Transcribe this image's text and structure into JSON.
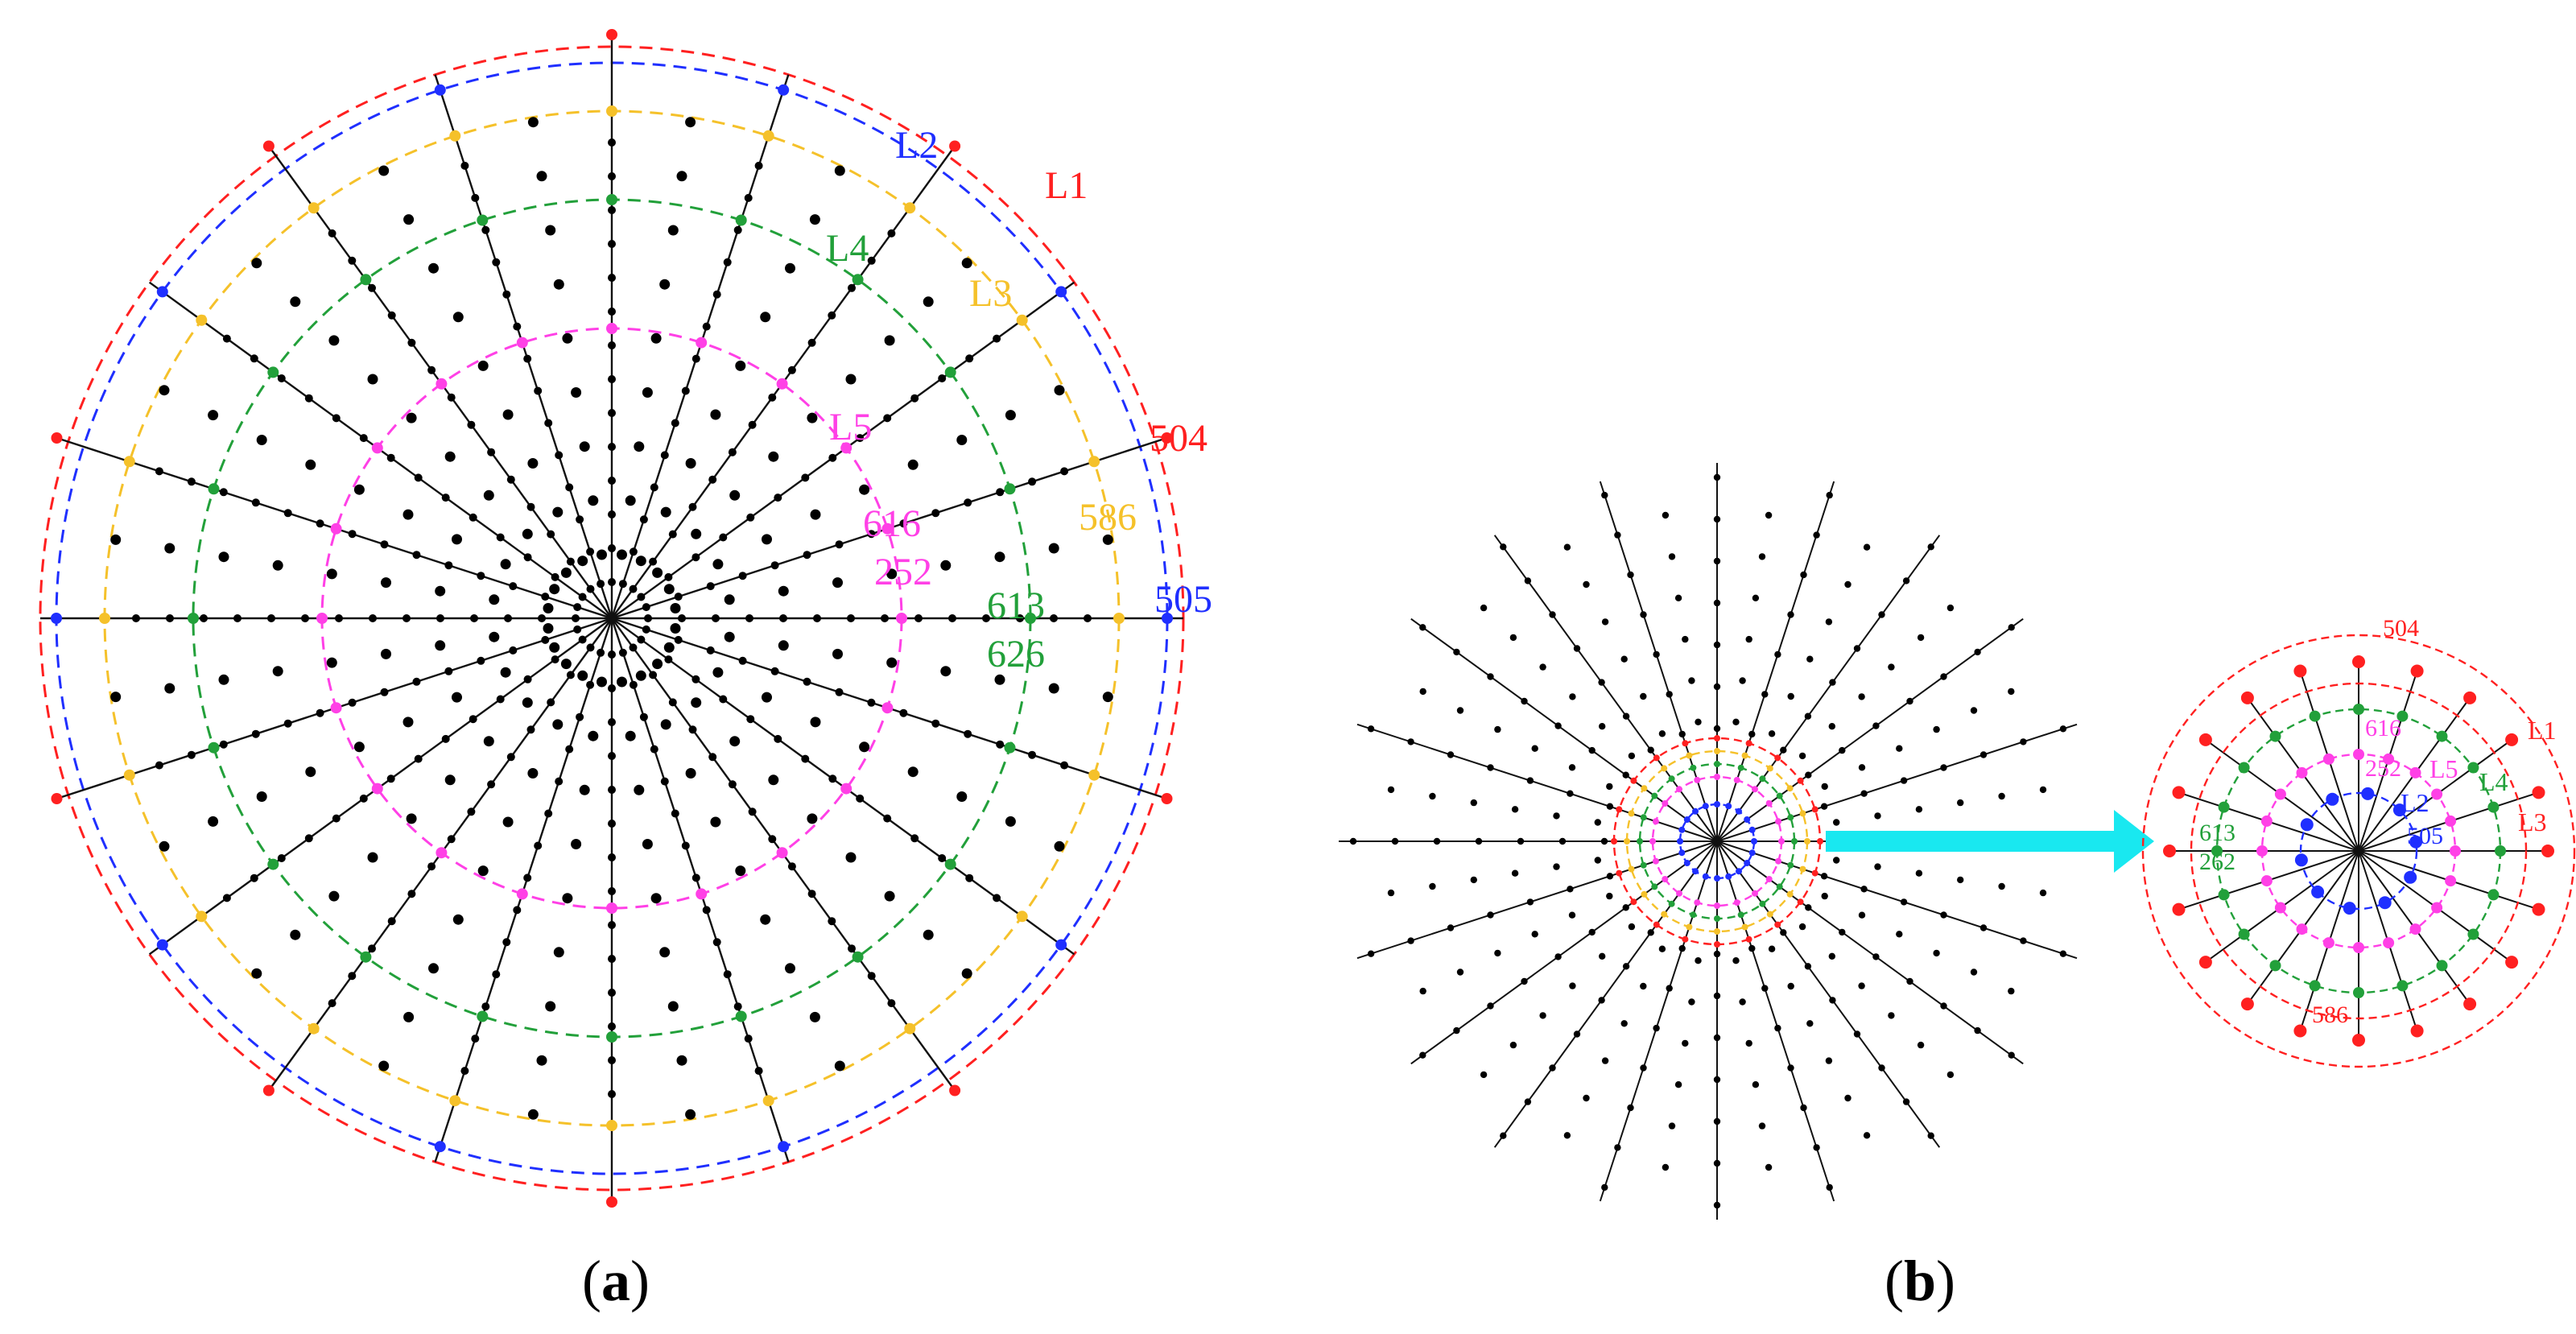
{
  "panels": [
    {
      "id": "a",
      "label_open": "(",
      "label_letter": "a",
      "label_close": ")",
      "rings": [
        {
          "name": "L1",
          "color": "#ff2020"
        },
        {
          "name": "L2",
          "color": "#1f2fff"
        },
        {
          "name": "L3",
          "color": "#f5c12a"
        },
        {
          "name": "L4",
          "color": "#22a03a"
        },
        {
          "name": "L5",
          "color": "#ff40e6"
        }
      ],
      "node_labels": [
        {
          "text": "504",
          "color": "#ff2020"
        },
        {
          "text": "505",
          "color": "#1f2fff"
        },
        {
          "text": "586",
          "color": "#f5c12a"
        },
        {
          "text": "613",
          "color": "#22a03a"
        },
        {
          "text": "626",
          "color": "#22a03a"
        },
        {
          "text": "616",
          "color": "#ff40e6"
        },
        {
          "text": "252",
          "color": "#ff40e6"
        }
      ]
    },
    {
      "id": "b",
      "label_open": "(",
      "label_letter": "b",
      "label_close": ")",
      "arrow_color": "#19e8f0",
      "rings": [
        {
          "name": "L1",
          "color": "#ff2020"
        },
        {
          "name": "L2",
          "color": "#1f2fff"
        },
        {
          "name": "L3",
          "color": "#ff2020"
        },
        {
          "name": "L4",
          "color": "#22a03a"
        },
        {
          "name": "L5",
          "color": "#ff40e6"
        }
      ],
      "node_labels": [
        {
          "text": "504",
          "color": "#ff2020"
        },
        {
          "text": "616",
          "color": "#ff40e6"
        },
        {
          "text": "252",
          "color": "#ff40e6"
        },
        {
          "text": "613",
          "color": "#22a03a"
        },
        {
          "text": "262",
          "color": "#22a03a"
        },
        {
          "text": "505",
          "color": "#1f2fff"
        },
        {
          "text": "586",
          "color": "#ff2020"
        }
      ]
    }
  ]
}
